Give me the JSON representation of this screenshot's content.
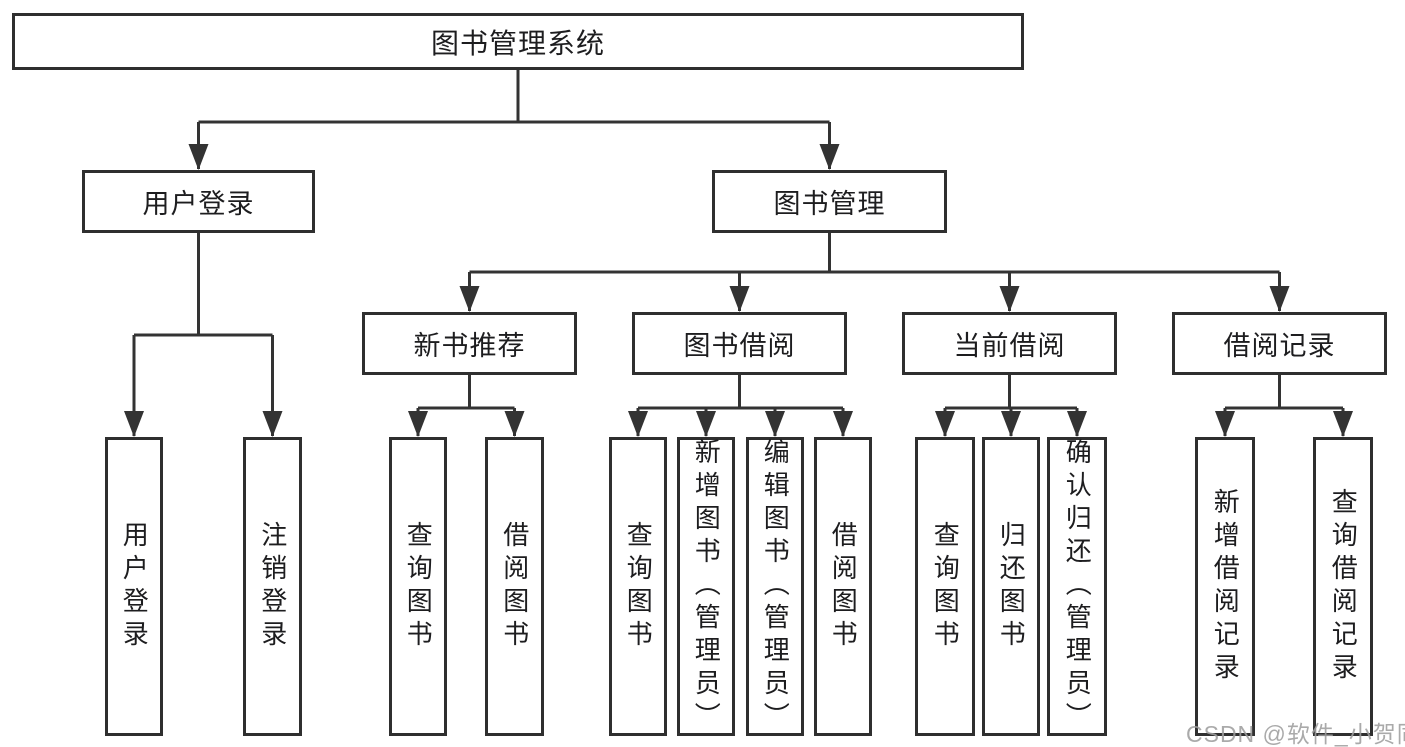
{
  "diagram": {
    "root": {
      "label": "图书管理系统"
    },
    "level2": [
      {
        "label": "用户登录"
      },
      {
        "label": "图书管理"
      }
    ],
    "level3": [
      {
        "label": "新书推荐"
      },
      {
        "label": "图书借阅"
      },
      {
        "label": "当前借阅"
      },
      {
        "label": "借阅记录"
      }
    ],
    "leaves": [
      {
        "label": "用户登录"
      },
      {
        "label": "注销登录"
      },
      {
        "label": "查询图书"
      },
      {
        "label": "借阅图书"
      },
      {
        "label": "查询图书"
      },
      {
        "label": "新增图书（管理员）"
      },
      {
        "label": "编辑图书（管理员）"
      },
      {
        "label": "借阅图书"
      },
      {
        "label": "查询图书"
      },
      {
        "label": "归还图书"
      },
      {
        "label": "确认归还（管理员）"
      },
      {
        "label": "新增借阅记录"
      },
      {
        "label": "查询借阅记录"
      }
    ]
  },
  "watermark": {
    "text": "CSDN @软件_小贺同学"
  },
  "colors": {
    "line": "#333333",
    "border": "#2f2f2f",
    "text": "#1d1d1f",
    "background": "#ffffff",
    "watermark": "#9e9e9e"
  }
}
